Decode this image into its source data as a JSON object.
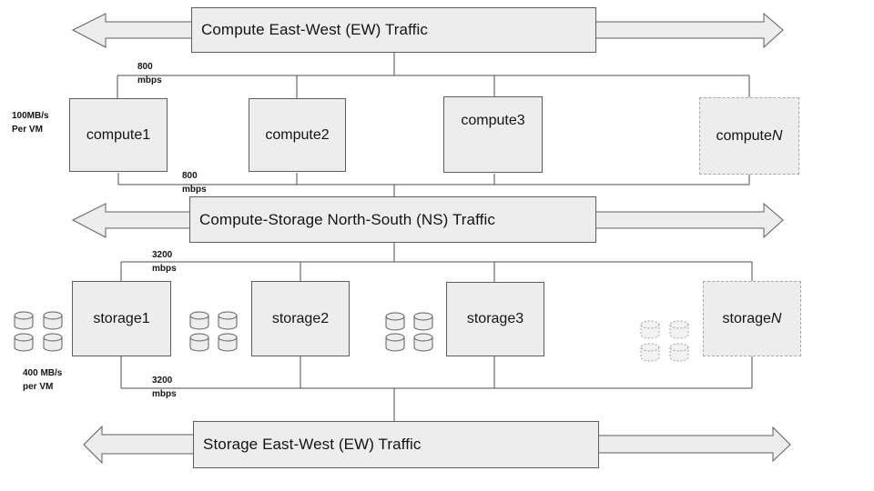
{
  "bands": {
    "compute_ew": "Compute East-West (EW) Traffic",
    "compute_storage_ns": "Compute-Storage North-South (NS) Traffic",
    "storage_ew": "Storage East-West (EW) Traffic"
  },
  "nodes": {
    "compute": [
      {
        "text": "compute1",
        "italic": ""
      },
      {
        "text": "compute2",
        "italic": ""
      },
      {
        "text": "compute3",
        "italic": ""
      },
      {
        "text": "compute",
        "italic": "N"
      }
    ],
    "storage": [
      {
        "text": "storage1",
        "italic": ""
      },
      {
        "text": "storage2",
        "italic": ""
      },
      {
        "text": "storage3",
        "italic": ""
      },
      {
        "text": "storage",
        "italic": "N"
      }
    ]
  },
  "links": {
    "compute_uplink": {
      "rate": "800",
      "unit": "mbps"
    },
    "compute_downlink": {
      "rate": "800",
      "unit": "mbps"
    },
    "storage_uplink": {
      "rate": "3200",
      "unit": "mbps"
    },
    "storage_downlink": {
      "rate": "3200",
      "unit": "mbps"
    }
  },
  "annotations": {
    "compute_per_vm": {
      "line1": "100MB/s",
      "line2": "Per VM"
    },
    "storage_per_vm": {
      "line1": "400 MB/s",
      "line2": "per VM"
    }
  },
  "icons": {
    "storage1_disks": "disk-cylinder-group",
    "storage2_disks": "disk-cylinder-group",
    "storage3_disks": "disk-cylinder-group",
    "storageN_disks": "disk-cylinder-group-dashed"
  },
  "colors": {
    "fill": "#ededed",
    "border": "#5e5e5e",
    "dashed_border": "#a8a8a8",
    "connector": "#4d4d4d",
    "text": "#141414"
  }
}
